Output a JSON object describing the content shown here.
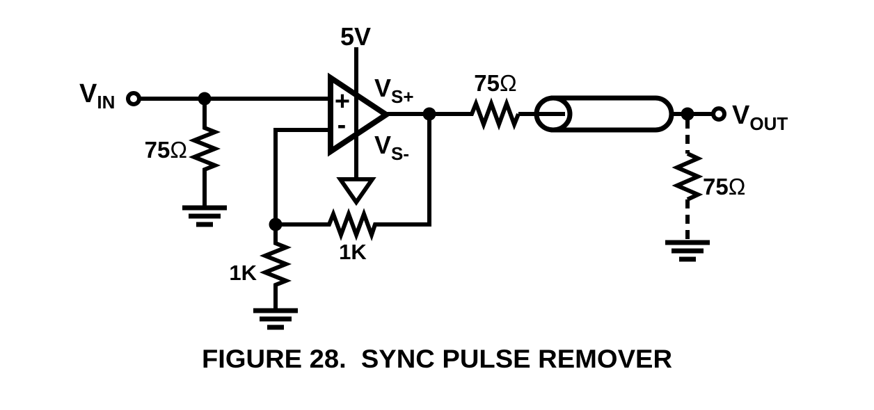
{
  "colors": {
    "ink": "#000000",
    "background": "#ffffff"
  },
  "terminals": {
    "vin": {
      "main": "V",
      "sub": "IN"
    },
    "vout": {
      "main": "V",
      "sub": "OUT"
    }
  },
  "opamp": {
    "supply_label": "5V",
    "positive_rail": {
      "main": "V",
      "sub": "S+"
    },
    "negative_rail": {
      "main": "V",
      "sub": "S-"
    },
    "noninverting_input": "+",
    "inverting_input": "-"
  },
  "resistors": {
    "input_termination": {
      "value": "75",
      "unit": "Ω"
    },
    "series_output": {
      "value": "75",
      "unit": "Ω"
    },
    "output_termination": {
      "value": "75",
      "unit": "Ω"
    },
    "feedback": "1K",
    "gain_set": "1K"
  },
  "caption": "FIGURE 28.  SYNC PULSE REMOVER"
}
